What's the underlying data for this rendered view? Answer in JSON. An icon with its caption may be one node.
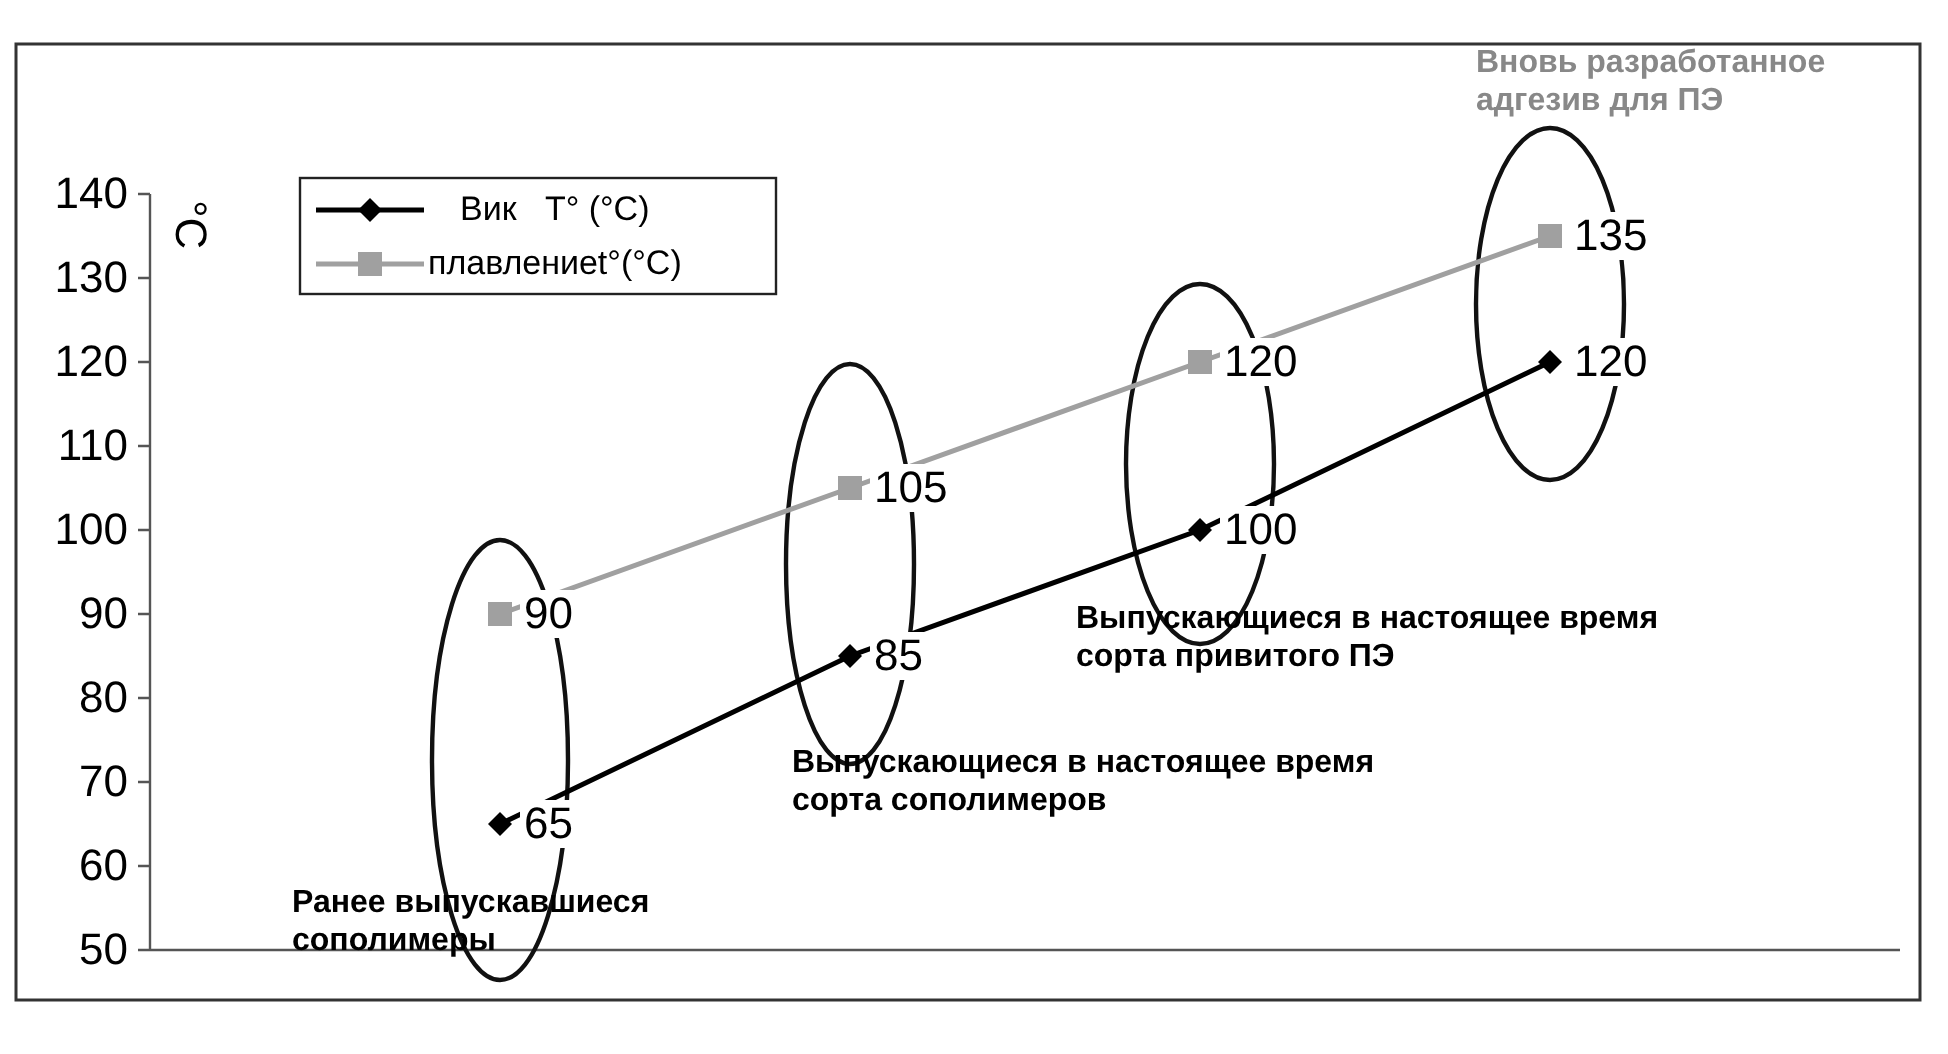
{
  "diagram": {
    "labels": [
      "Вновь разработанное адгезив для ПЭ",
      "Выпускающиеся в настоящее время сорта привитого ПЭ",
      "Выпускающиеся в настоящее время сорта сополимеров",
      "Ранее выпускавшиеся сополимеры"
    ],
    "chart_data": {
      "type": "line",
      "ylabel": "°C",
      "categories": [
        null,
        null,
        null,
        null
      ],
      "legend": "upper left",
      "series": [
        {
          "name": "Вик   T° (°C)",
          "color": "#000000",
          "marker": "diamond",
          "values": [
            65,
            85,
            100,
            120
          ]
        },
        {
          "name": "плавлениеt°(°C)",
          "color": "#a0a0a0",
          "marker": "square",
          "values": [
            90,
            105,
            120,
            135
          ]
        }
      ],
      "ylim": [
        50,
        140
      ],
      "yticks": [
        50,
        60,
        70,
        80,
        90,
        100,
        110,
        120,
        130,
        140
      ],
      "data_labels": true
    }
  }
}
